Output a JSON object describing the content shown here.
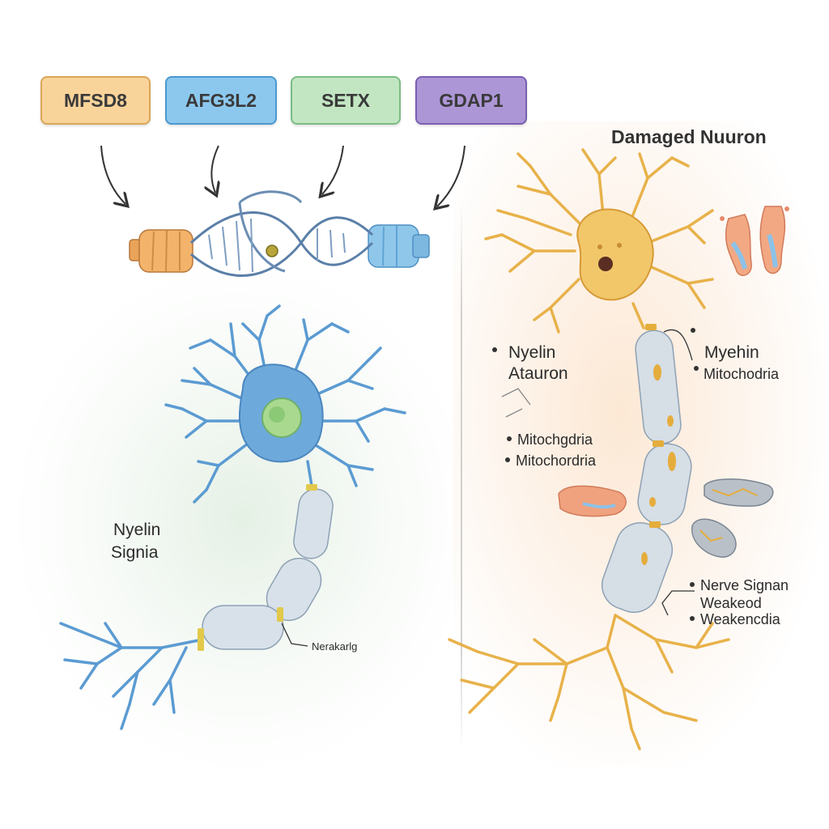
{
  "genes": [
    "MFSD8",
    "AFG3L2",
    "SETX",
    "GDAP1"
  ],
  "colors": {
    "healthy_neuron": "#5b9bd2",
    "damaged_neuron": "#e8b24a",
    "myelin": "#d6dee6",
    "mfsd8": "#f9d49a",
    "afg3l2": "#8cc8ee",
    "setx": "#c2e6c2",
    "gdap1": "#ad96d6"
  },
  "healthy": {
    "label_line1": "Nyelin",
    "label_line2": "Signia",
    "node_label": "Nerakarlg"
  },
  "damaged": {
    "title": "Damaged Nuuron",
    "left_label_line1": "Nyelin",
    "left_label_line2": "Atauron",
    "right_label_line1": "Myehin",
    "right_label_line2": "Mitochodria",
    "mito_label_1": "Mitochgdria",
    "mito_label_2": "Mitochordria",
    "signal_line1": "Nerve Signan",
    "signal_line2": "Weakeod",
    "signal_line3": "Weakencdia"
  },
  "icons": [
    "dna-helix-icon",
    "left-muscle-spool-icon",
    "right-muscle-spool-icon",
    "foot-icon",
    "damaged-mitochondria-icon"
  ]
}
